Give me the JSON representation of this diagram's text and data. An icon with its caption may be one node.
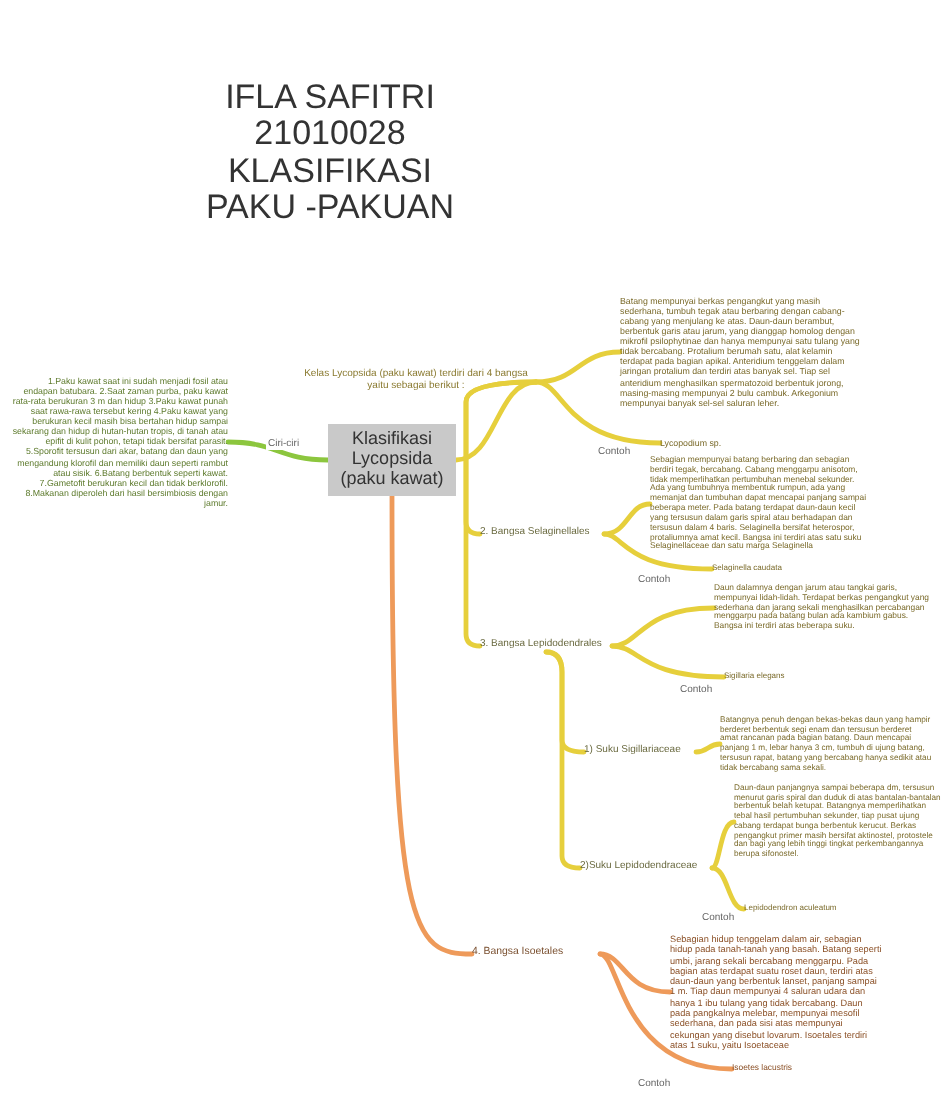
{
  "diagram": {
    "title": "IFLA SAFITRI 21010028 KLASIFIKASI PAKU -PAKUAN",
    "nodes": [
      {
        "text": [
          "Klasifikasi Lycopsida (paku kawat)"
        ]
      },
      {
        "text": [
          "1.Paku kawat saat ini sudah menjadi fosil atau endapan batubara. 2.Saat zaman purba, paku kawat rata-rata berukuran 3 m dan hidup 3.Paku kawat punah saat rawa-rawa tersebut kering 4.Paku kawat yang berukuran kecil masih bisa bertahan hidup sampai sekarang dan hidup di hutan-hutan tropis, di tanah atau epifit di kulit pohon, tetapi tidak bersifat parasit. 5.Sporofit tersusun dari akar, batang dan daun yang mengandung klorofil dan memiliki daun seperti rambut atau sisik. 6.Batang berbentuk seperti kawat. 7.Gametofit berukuran kecil dan tidak berklorofil. 8.Makanan diperoleh dari hasil bersimbiosis dengan jamur."
        ]
      },
      {
        "text": [
          "Kelas Lycopsida (paku kawat) terdiri dari 4 bangsa yaitu sebagai berikut :"
        ]
      },
      {
        "text": [
          "Batang mempunyai berkas pengangkut yang masih sederhana, tumbuh tegak atau berbaring dengan cabang-cabang yang menjulang ke atas. Daun-daun berambut, berbentuk garis atau jarum, yang dianggap homolog dengan mikrofil psilophytinae dan hanya mempunyai satu tulang yang tidak bercabang. Protalium berumah satu, alat kelamin terdapat pada bagian apikal. Anteridium tenggelam dalam jaringan protalium dan terdiri atas banyak sel. Tiap sel anteridium menghasilkan spermatozoid berbentuk jorong, masing-masing mempunyai 2 bulu cambuk. Arkegonium mempunyai banyak sel-sel saluran leher."
        ]
      },
      {
        "text": [
          "Lycopodium sp."
        ]
      },
      {
        "text": [
          "2. Bangsa Selaginellales"
        ]
      },
      {
        "text": [
          "Sebagian mempunyai batang berbaring dan sebagian berdiri tegak, bercabang. Cabang menggarpu anisotom, tidak memperlihatkan pertumbuhan menebal sekunder. Ada yang tumbuhnya membentuk rumpun, ada yang memanjat dan tumbuhan dapat mencapai panjang sampai beberapa meter. Pada batang terdapat daun-daun kecil yang tersusun dalam garis spiral atau berhadapan dan tersusun dalam 4 baris. Selaginella bersifat heterospor, protaliumnya amat kecil. Bangsa ini terdiri atas satu suku Selaginellaceae dan satu marga Selaginella"
        ]
      },
      {
        "text": [
          "Selaginella caudata"
        ]
      },
      {
        "text": [
          "3. Bangsa Lepidodendrales"
        ]
      },
      {
        "text": [
          "Daun dalamnya dengan jarum atau tangkai garis, mempunyai lidah-lidah. Terdapat berkas pengangkut yang sederhana dan jarang sekali menghasilkan percabangan menggarpu pada batang bulan ada kambium gabus. Bangsa ini terdiri atas beberapa suku."
        ]
      },
      {
        "text": [
          "Sigillaria elegans"
        ]
      },
      {
        "text": [
          "1) Suku Sigillariaceae"
        ]
      },
      {
        "text": [
          "Batangnya penuh dengan bekas-bekas daun yang hampir berderet berbentuk segi enam dan tersusun berderet amat rancanan pada bagian batang. Daun mencapai panjang 1 m, lebar hanya 3 cm, tumbuh di ujung batang, tersusun rapat, batang yang bercabang hanya sedikit atau tidak bercabang sama sekali."
        ]
      },
      {
        "text": [
          "2)Suku Lepidodendraceae"
        ]
      },
      {
        "text": [
          "Daun-daun panjangnya sampai beberapa dm, tersusun menurut garis spiral dan duduk di atas bantalan-bantalan berbentuk belah ketupat. Batangnya memperlihatkan tebal hasil pertumbuhan sekunder, tiap pusat ujung cabang terdapat bunga berbentuk kerucut. Berkas pengangkut primer masih bersifat aktinostel, protostele dan bagi yang lebih tinggi tingkat perkembangannya berupa sifonostel."
        ]
      },
      {
        "text": [
          "Lepidodendron aculeatum"
        ]
      },
      {
        "text": [
          "4. Bangsa Isoetales"
        ]
      },
      {
        "text": [
          "Sebagian hidup tenggelam dalam air, sebagian hidup pada tanah-tanah yang basah. Batang seperti umbi, jarang sekali bercabang menggarpu. Pada bagian atas terdapat suatu roset daun, terdiri atas daun-daun yang berbentuk lanset, panjang sampai 1 m. Tiap daun mempunyai 4 saluran udara dan hanya 1 ibu tulang yang tidak bercabang. Daun pada pangkalnya melebar, mempunyai mesofil sederhana, dan pada sisi atas mempunyai cekungan yang disebut lovarum. Isoetales terdiri atas 1 suku, yaitu Isoetaceae"
        ]
      },
      {
        "text": [
          "Isoetes lacustris"
        ]
      }
    ],
    "edges": [
      {
        "from": 0,
        "to": 1,
        "arrow": "none",
        "label": "Ciri-ciri",
        "color": "#8cc63e"
      },
      {
        "from": 0,
        "to": 2,
        "arrow": "none"
      },
      {
        "from": 2,
        "to": 3,
        "arrow": "none"
      },
      {
        "from": 2,
        "to": 4,
        "arrow": "none",
        "label": "Contoh"
      },
      {
        "from": 2,
        "to": 5,
        "arrow": "none"
      },
      {
        "from": 5,
        "to": 6,
        "arrow": "none"
      },
      {
        "from": 5,
        "to": 7,
        "arrow": "none",
        "label": "Contoh"
      },
      {
        "from": 2,
        "to": 8,
        "arrow": "none"
      },
      {
        "from": 8,
        "to": 9,
        "arrow": "none"
      },
      {
        "from": 8,
        "to": 10,
        "arrow": "none",
        "label": "Contoh"
      },
      {
        "from": 8,
        "to": 11,
        "arrow": "none"
      },
      {
        "from": 11,
        "to": 12,
        "arrow": "none"
      },
      {
        "from": 8,
        "to": 13,
        "arrow": "none"
      },
      {
        "from": 13,
        "to": 14,
        "arrow": "none"
      },
      {
        "from": 13,
        "to": 15,
        "arrow": "none",
        "label": "Contoh"
      },
      {
        "from": 0,
        "to": 16,
        "arrow": "none",
        "color": "#ee9a5a"
      },
      {
        "from": 16,
        "to": 17,
        "arrow": "none",
        "color": "#ee9a5a"
      },
      {
        "from": 16,
        "to": 18,
        "arrow": "none",
        "label": "Contoh",
        "color": "#ee9a5a"
      }
    ]
  }
}
